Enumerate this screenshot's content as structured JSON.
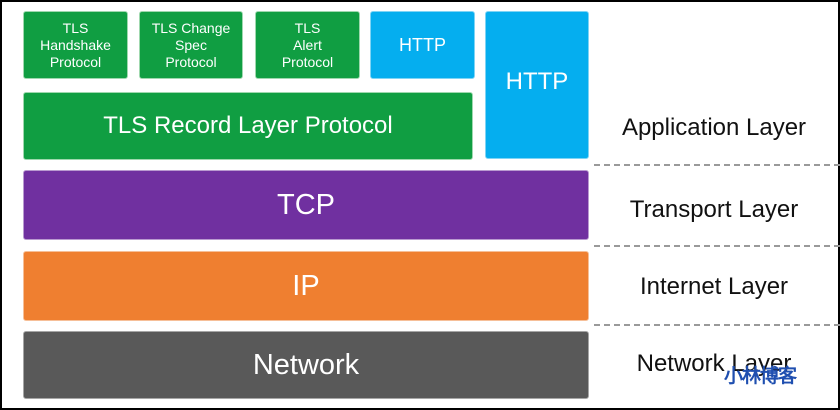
{
  "diagram": {
    "boxes": {
      "tls_handshake": "TLS\nHandshake\nProtocol",
      "tls_change_cipher_spec": "TLS Change\nSpec\nProtocol",
      "tls_alert": "TLS\nAlert\nProtocol",
      "http_small": "HTTP",
      "http_large": "HTTP",
      "tls_record": "TLS Record Layer Protocol",
      "tcp": "TCP",
      "ip": "IP",
      "network": "Network"
    },
    "layers": {
      "application": "Application Layer",
      "transport": "Transport Layer",
      "internet": "Internet Layer",
      "network": "Network Layer"
    },
    "watermark": "小林博客",
    "colors": {
      "tls_green": "#109e42",
      "http_blue": "#05aeef",
      "tcp_purple": "#7030a0",
      "ip_orange": "#ef7f30",
      "network_gray": "#595959"
    }
  }
}
